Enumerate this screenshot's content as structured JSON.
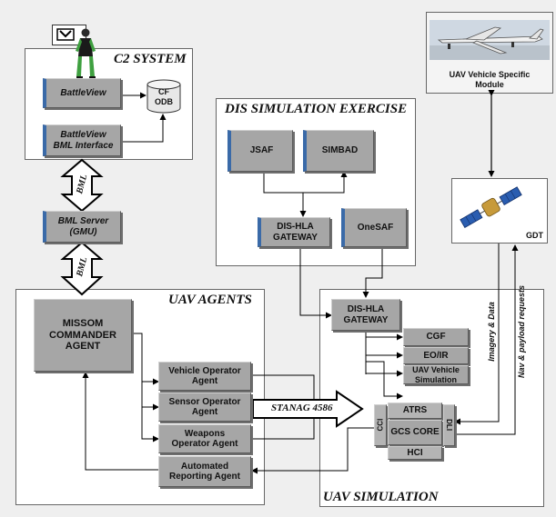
{
  "c2": {
    "title": "C2 SYSTEM",
    "battleview": "BattleView",
    "db_line1": "CF",
    "db_line2": "ODB",
    "bml_interface_line1": "BattleView",
    "bml_interface_line2": "BML Interface"
  },
  "bml": {
    "arrow_label_top": "BML",
    "arrow_label_bottom": "BML",
    "server_line1": "BML Server",
    "server_line2": "(GMU)"
  },
  "dis": {
    "title": "DIS SIMULATION EXERCISE",
    "jsaf": "JSAF",
    "simbad": "SIMBAD",
    "gateway_line1": "DIS-HLA",
    "gateway_line2": "GATEWAY",
    "onesaf": "OneSAF"
  },
  "uav_module": {
    "line1": "UAV Vehicle Specific",
    "line2": "Module"
  },
  "gdt": {
    "label": "GDT"
  },
  "agents": {
    "title": "UAV AGENTS",
    "commander_line1": "MISSOM",
    "commander_line2": "COMMANDER",
    "commander_line3": "AGENT",
    "vehicle_line1": "Vehicle Operator",
    "vehicle_line2": "Agent",
    "sensor_line1": "Sensor Operator",
    "sensor_line2": "Agent",
    "weapons_line1": "Weapons",
    "weapons_line2": "Operator Agent",
    "reporting_line1": "Automated",
    "reporting_line2": "Reporting Agent"
  },
  "stanag": {
    "label": "STANAG 4586"
  },
  "sim": {
    "title": "UAV SIMULATION",
    "gateway_line1": "DIS-HLA",
    "gateway_line2": "GATEWAY",
    "cgf": "CGF",
    "eoir": "EO/IR",
    "uav_sim_line1": "UAV Vehicle",
    "uav_sim_line2": "Simulation",
    "atrs": "ATRS",
    "gcs_core": "GCS CORE",
    "hci": "HCI",
    "cci": "CCI",
    "dli": "DLI"
  },
  "links": {
    "imagery": "Imagery & Data",
    "nav": "Nav & payload requests"
  }
}
